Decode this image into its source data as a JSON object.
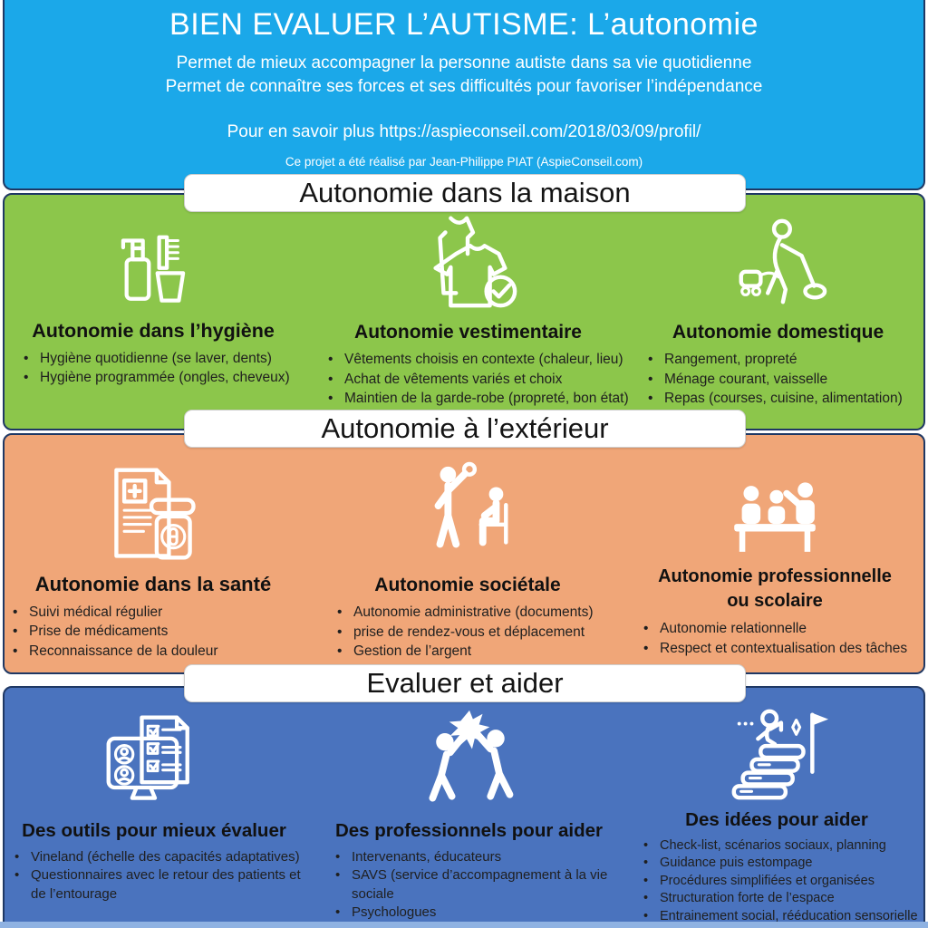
{
  "header": {
    "title": "BIEN EVALUER L’AUTISME: L’autonomie",
    "subtitle_line1": "Permet de mieux accompagner la personne autiste dans sa vie quotidienne",
    "subtitle_line2": "Permet de connaître ses forces et ses difficultés pour favoriser l’indépendance",
    "link_line": "Pour en savoir plus https://aspieconseil.com/2018/03/09/profil/",
    "credit": "Ce projet a été réalisé par Jean-Philippe PIAT (AspieConseil.com)"
  },
  "colors": {
    "header_blue": "#1ba8e9",
    "green": "#8cc64b",
    "orange": "#f0a678",
    "bottom_blue": "#4a73be",
    "panel_border_navy": "#1f3864",
    "band_white": "#ffffff",
    "text_black": "#141414"
  },
  "sections": [
    {
      "title": "Autonomie dans la maison",
      "columns": [
        {
          "icon": "hygiene-icon",
          "heading": "Autonomie dans l’hygiène",
          "bullets": [
            "Hygiène quotidienne (se laver, dents)",
            "Hygiène programmée (ongles, cheveux)"
          ]
        },
        {
          "icon": "clothing-icon",
          "heading": "Autonomie vestimentaire",
          "bullets": [
            "Vêtements choisis en contexte (chaleur, lieu)",
            "Achat de vêtements variés et choix",
            "Maintien de la garde-robe (propreté, bon état)"
          ]
        },
        {
          "icon": "cleaning-icon",
          "heading": "Autonomie domestique",
          "bullets": [
            "Rangement, propreté",
            "Ménage courant, vaisselle",
            "Repas (courses, cuisine, alimentation)"
          ]
        }
      ]
    },
    {
      "title": "Autonomie à l’extérieur",
      "columns": [
        {
          "icon": "health-icon",
          "heading": "Autonomie dans la santé",
          "bullets": [
            "Suivi médical régulier",
            "Prise de médicaments",
            "Reconnaissance de la douleur"
          ]
        },
        {
          "icon": "society-icon",
          "heading": "Autonomie sociétale",
          "bullets": [
            "Autonomie administrative (documents)",
            "prise de rendez-vous et déplacement",
            "Gestion de l’argent"
          ]
        },
        {
          "icon": "work-icon",
          "heading": "Autonomie professionnelle ou scolaire",
          "heading_line1": "Autonomie professionnelle",
          "heading_line2": "ou scolaire",
          "bullets": [
            "Autonomie relationnelle",
            "Respect et contextualisation des tâches"
          ]
        }
      ]
    },
    {
      "title": "Evaluer et aider",
      "columns": [
        {
          "icon": "evaluation-tools-icon",
          "heading": "Des outils pour mieux évaluer",
          "bullets": [
            "Vineland (échelle des capacités adaptatives)",
            "Questionnaires avec le retour des patients et de l’entourage"
          ]
        },
        {
          "icon": "high-five-icon",
          "heading": "Des professionnels pour aider",
          "bullets": [
            "Intervenants, éducateurs",
            "SAVS (service d’accompagnement à la vie sociale",
            "Psychologues"
          ]
        },
        {
          "icon": "ideas-icon",
          "heading": "Des idées pour aider",
          "bullets": [
            "Check-list,  scénarios sociaux, planning",
            "Guidance puis estompage",
            "Procédures simplifiées et organisées",
            "Structuration forte de l’espace",
            "Entrainement social, rééducation sensorielle"
          ]
        }
      ]
    }
  ]
}
